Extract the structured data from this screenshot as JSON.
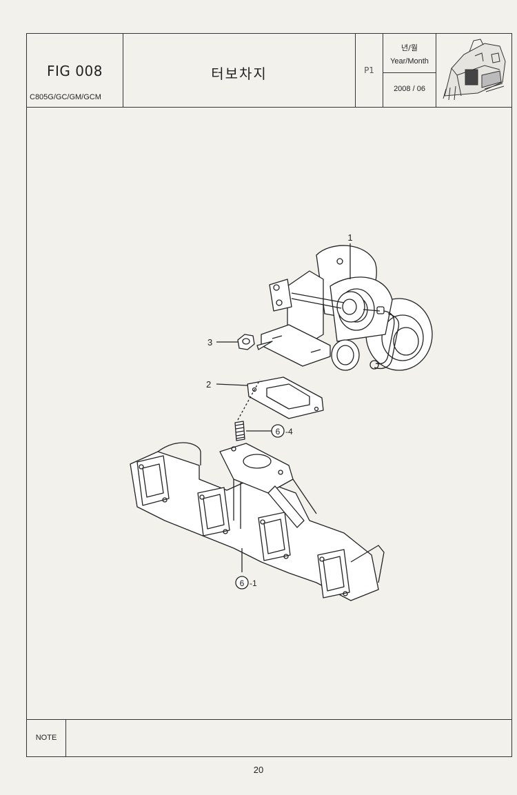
{
  "header": {
    "figure": "FIG 008",
    "model": "C805G/GC/GM/GCM",
    "title": "터보차지",
    "page": "P1",
    "date_label_ko": "년/월",
    "date_label_en": "Year/Month",
    "date_value": "2008 / 06",
    "thumbnail_icon": "combine-harvester-icon"
  },
  "callouts": {
    "c1": "1",
    "c2": "2",
    "c3": "3",
    "c64_num": "6",
    "c64_suffix": "-4",
    "c61_num": "6",
    "c61_suffix": "-1"
  },
  "footer": {
    "note_label": "NOTE"
  },
  "page_number": "20"
}
